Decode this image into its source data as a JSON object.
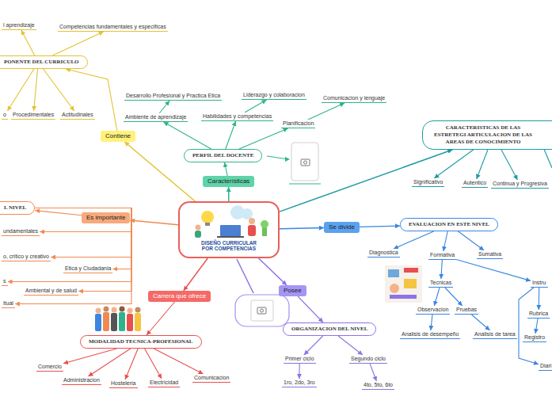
{
  "diagram": {
    "nodes": [
      {
        "text": [
          "DISEÑO CURRICULAR POR COMPETENCIAS"
        ]
      },
      {
        "text": [
          "Características"
        ]
      },
      {
        "text": [
          "PERFIL DEL DOCENTE"
        ]
      },
      {
        "text": [
          "Ambiente de aprendizaje"
        ]
      },
      {
        "text": [
          "Habilidades y competencias"
        ]
      },
      {
        "text": [
          "Planificacion"
        ]
      },
      {
        "text": [
          "Desarrollo Profesional y Practica Etica"
        ]
      },
      {
        "text": [
          "Liderazgo y colaboracion"
        ]
      },
      {
        "text": [
          "Comunicacion y lenguaje"
        ]
      },
      {
        "text": [
          "Contiene"
        ]
      },
      {
        "text": [
          "PONENTE DEL CURRICULO"
        ]
      },
      {
        "text": [
          "l aprendizaje"
        ]
      },
      {
        "text": [
          "Competencias fundamentales y especificas"
        ]
      },
      {
        "text": [
          "o"
        ]
      },
      {
        "text": [
          "Procedimentales"
        ]
      },
      {
        "text": [
          "Actitudinales"
        ]
      },
      {
        "text": [
          "Es importante"
        ]
      },
      {
        "text": [
          "L NIVEL"
        ]
      },
      {
        "text": [
          "undamentales"
        ]
      },
      {
        "text": [
          "o, critico y creativo"
        ]
      },
      {
        "text": [
          "Etica y Ciudadania"
        ]
      },
      {
        "text": [
          "s"
        ]
      },
      {
        "text": [
          "Ambiental y de salud"
        ]
      },
      {
        "text": [
          "itual"
        ]
      },
      {
        "text": [
          "Carrera que ofrece"
        ]
      },
      {
        "text": [
          "MODALIDAD TECNICA-PROFESIONAL"
        ]
      },
      {
        "text": [
          "Comercio"
        ]
      },
      {
        "text": [
          "Administracion"
        ]
      },
      {
        "text": [
          "Hosteleria"
        ]
      },
      {
        "text": [
          "Electricidad"
        ]
      },
      {
        "text": [
          "Comunicacion"
        ]
      },
      {
        "text": [
          "Posee"
        ]
      },
      {
        "text": [
          "ORGANIZACION DEL NIVEL"
        ]
      },
      {
        "text": [
          "Primer ciclo"
        ]
      },
      {
        "text": [
          "Segundo ciclo"
        ]
      },
      {
        "text": [
          "1ro, 2do, 3ro"
        ]
      },
      {
        "text": [
          "4to, 5to, 6to"
        ]
      },
      {
        "text": [
          "Se divide"
        ]
      },
      {
        "text": [
          "EVALUACION EN ESTE NIVEL"
        ]
      },
      {
        "text": [
          "Diagnostica"
        ]
      },
      {
        "text": [
          "Formativa"
        ]
      },
      {
        "text": [
          "Sumativa"
        ]
      },
      {
        "text": [
          "Tecnicas"
        ]
      },
      {
        "text": [
          "Instru"
        ]
      },
      {
        "text": [
          "Observacion"
        ]
      },
      {
        "text": [
          "Pruebas"
        ]
      },
      {
        "text": [
          "Analisis de desempeño"
        ]
      },
      {
        "text": [
          "Analisis de tarea"
        ]
      },
      {
        "text": [
          "Rubrica"
        ]
      },
      {
        "text": [
          "Registro"
        ]
      },
      {
        "text": [
          "Diari"
        ]
      },
      {
        "text": [
          "CARACTERISTICAS DE LAS ESTRETEGI ARTICULACION DE LAS AREAS DE CONOCIMIENTO"
        ]
      },
      {
        "text": [
          "Significativo"
        ]
      },
      {
        "text": [
          "Autentico"
        ]
      },
      {
        "text": [
          "Continua y Progresiva"
        ]
      }
    ],
    "edges": [
      {
        "from": 0,
        "to": 1,
        "arrow": "to"
      },
      {
        "from": 1,
        "to": 2,
        "arrow": "to"
      },
      {
        "from": 2,
        "to": 3,
        "arrow": "to"
      },
      {
        "from": 2,
        "to": 4,
        "arrow": "to"
      },
      {
        "from": 2,
        "to": 5,
        "arrow": "to"
      },
      {
        "from": 3,
        "to": 6,
        "arrow": "to"
      },
      {
        "from": 4,
        "to": 7,
        "arrow": "to"
      },
      {
        "from": 5,
        "to": 8,
        "arrow": "to"
      },
      {
        "from": 0,
        "to": 9,
        "arrow": "to"
      },
      {
        "from": 9,
        "to": 10,
        "arrow": "to"
      },
      {
        "from": 10,
        "to": 11,
        "arrow": "to"
      },
      {
        "from": 10,
        "to": 12,
        "arrow": "to"
      },
      {
        "from": 10,
        "to": 13,
        "arrow": "to"
      },
      {
        "from": 10,
        "to": 14,
        "arrow": "to"
      },
      {
        "from": 10,
        "to": 15,
        "arrow": "to"
      },
      {
        "from": 0,
        "to": 16,
        "arrow": "to"
      },
      {
        "from": 16,
        "to": 17,
        "arrow": "to"
      },
      {
        "from": 17,
        "to": 18,
        "arrow": "to"
      },
      {
        "from": 17,
        "to": 19,
        "arrow": "to"
      },
      {
        "from": 17,
        "to": 20,
        "arrow": "to"
      },
      {
        "from": 17,
        "to": 21,
        "arrow": "to"
      },
      {
        "from": 17,
        "to": 22,
        "arrow": "to"
      },
      {
        "from": 17,
        "to": 23,
        "arrow": "to"
      },
      {
        "from": 0,
        "to": 24,
        "arrow": "to"
      },
      {
        "from": 24,
        "to": 25,
        "arrow": "to"
      },
      {
        "from": 25,
        "to": 26,
        "arrow": "to"
      },
      {
        "from": 25,
        "to": 27,
        "arrow": "to"
      },
      {
        "from": 25,
        "to": 28,
        "arrow": "to"
      },
      {
        "from": 25,
        "to": 29,
        "arrow": "to"
      },
      {
        "from": 25,
        "to": 30,
        "arrow": "to"
      },
      {
        "from": 0,
        "to": 31,
        "arrow": "to"
      },
      {
        "from": 31,
        "to": 32,
        "arrow": "to"
      },
      {
        "from": 32,
        "to": 33,
        "arrow": "to"
      },
      {
        "from": 32,
        "to": 34,
        "arrow": "to"
      },
      {
        "from": 33,
        "to": 35,
        "arrow": "to"
      },
      {
        "from": 34,
        "to": 36,
        "arrow": "to"
      },
      {
        "from": 0,
        "to": 37,
        "arrow": "to"
      },
      {
        "from": 37,
        "to": 38,
        "arrow": "to"
      },
      {
        "from": 38,
        "to": 39,
        "arrow": "to"
      },
      {
        "from": 38,
        "to": 40,
        "arrow": "to"
      },
      {
        "from": 38,
        "to": 41,
        "arrow": "to"
      },
      {
        "from": 40,
        "to": 42,
        "arrow": "to"
      },
      {
        "from": 40,
        "to": 43,
        "arrow": "to"
      },
      {
        "from": 42,
        "to": 44,
        "arrow": "to"
      },
      {
        "from": 42,
        "to": 45,
        "arrow": "to"
      },
      {
        "from": 44,
        "to": 46,
        "arrow": "to"
      },
      {
        "from": 45,
        "to": 47,
        "arrow": "to"
      },
      {
        "from": 43,
        "to": 48,
        "arrow": "to"
      },
      {
        "from": 48,
        "to": 49,
        "arrow": "to"
      },
      {
        "from": 43,
        "to": 50,
        "arrow": "to"
      },
      {
        "from": 0,
        "to": 51,
        "arrow": "to"
      },
      {
        "from": 51,
        "to": 52,
        "arrow": "to"
      },
      {
        "from": 51,
        "to": 53,
        "arrow": "to"
      },
      {
        "from": 51,
        "to": 54,
        "arrow": "to"
      }
    ]
  }
}
